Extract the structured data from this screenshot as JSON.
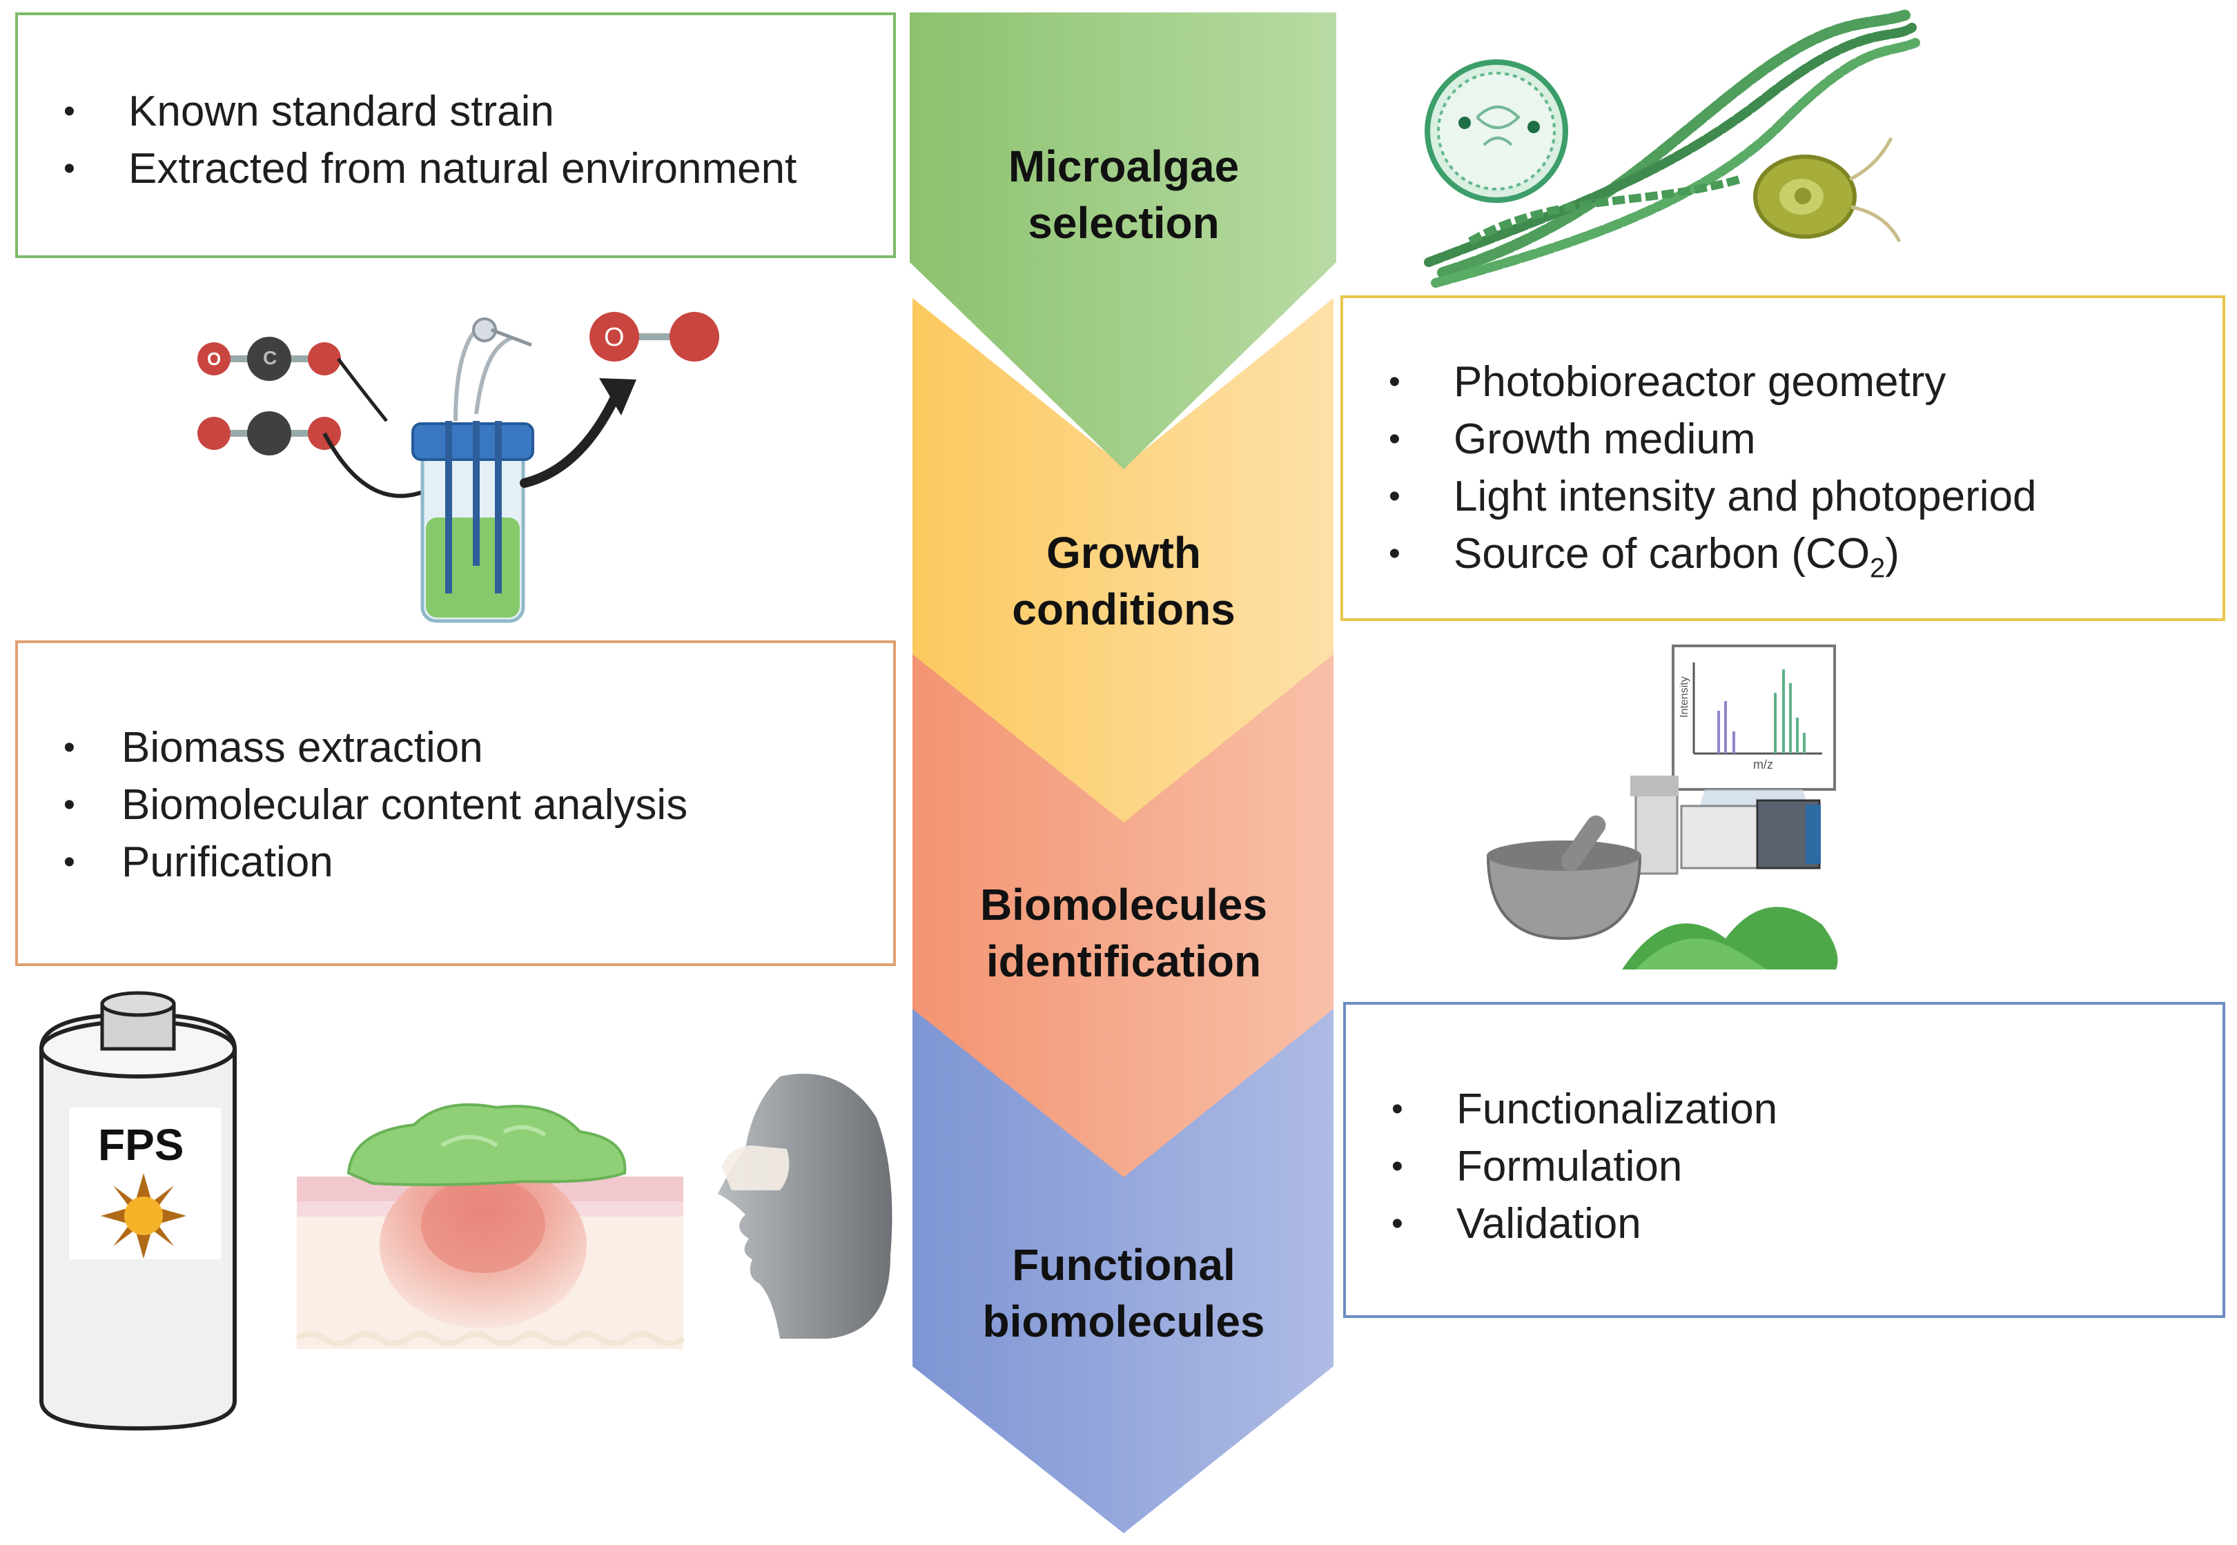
{
  "stages": [
    {
      "line1": "Microalgae",
      "line2": "selection",
      "color": "#a4cf87"
    },
    {
      "line1": "Growth",
      "line2": "conditions",
      "color": "#fcd27e"
    },
    {
      "line1": "Biomolecules",
      "line2": "identification",
      "color": "#f5a482"
    },
    {
      "line1": "Functional",
      "line2": "biomolecules",
      "color": "#95a6dc"
    }
  ],
  "boxes": {
    "selection": {
      "border_color": "#7dbb68",
      "items": [
        "Known standard strain",
        "Extracted from natural environment"
      ]
    },
    "growth": {
      "border_color": "#e8c64c",
      "items": [
        "Photobioreactor geometry",
        "Growth medium",
        "Light intensity and photoperiod",
        "Source of carbon (CO"
      ],
      "co2_sub": "2",
      "co2_close": ")"
    },
    "identification": {
      "border_color": "#e0a070",
      "items": [
        "Biomass extraction",
        "Biomolecular content analysis",
        "Purification"
      ]
    },
    "functional": {
      "border_color": "#6c8cc4",
      "items": [
        "Functionalization",
        "Formulation",
        "Validation"
      ]
    }
  },
  "illustrations": {
    "molecule_atom_o": "O",
    "molecule_atom_c": "C",
    "spectrum_ylabel": "Intensity",
    "spectrum_xlabel": "m/z",
    "sunscreen_label": "FPS"
  }
}
